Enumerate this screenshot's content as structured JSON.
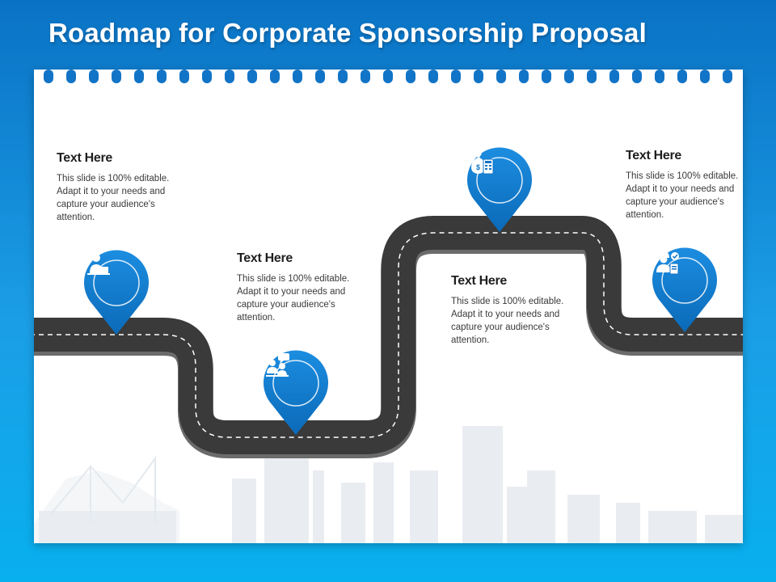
{
  "title": "Roadmap for Corporate Sponsorship Proposal",
  "steps": [
    {
      "heading": "Text Here",
      "body": "This slide is 100% editable. Adapt it to your needs and capture your audience's attention.",
      "icon": "person-laptop-icon"
    },
    {
      "heading": "Text Here",
      "body": "This slide is 100% editable. Adapt it to your needs and capture your audience's attention.",
      "icon": "meeting-icon"
    },
    {
      "heading": "Text Here",
      "body": "This slide is 100% editable. Adapt it to your needs and capture your audience's attention.",
      "icon": "money-bag-calculator-icon"
    },
    {
      "heading": "Text Here",
      "body": "This slide is 100% editable. Adapt it to your needs and capture your audience's attention.",
      "icon": "worker-clipboard-icon"
    }
  ],
  "colors": {
    "background_top": "#0a72c4",
    "background_bottom": "#08b0ee",
    "accent": "#1274c6",
    "road": "#3a3a3a",
    "road_stripe": "#ffffff",
    "panel": "#ffffff"
  }
}
